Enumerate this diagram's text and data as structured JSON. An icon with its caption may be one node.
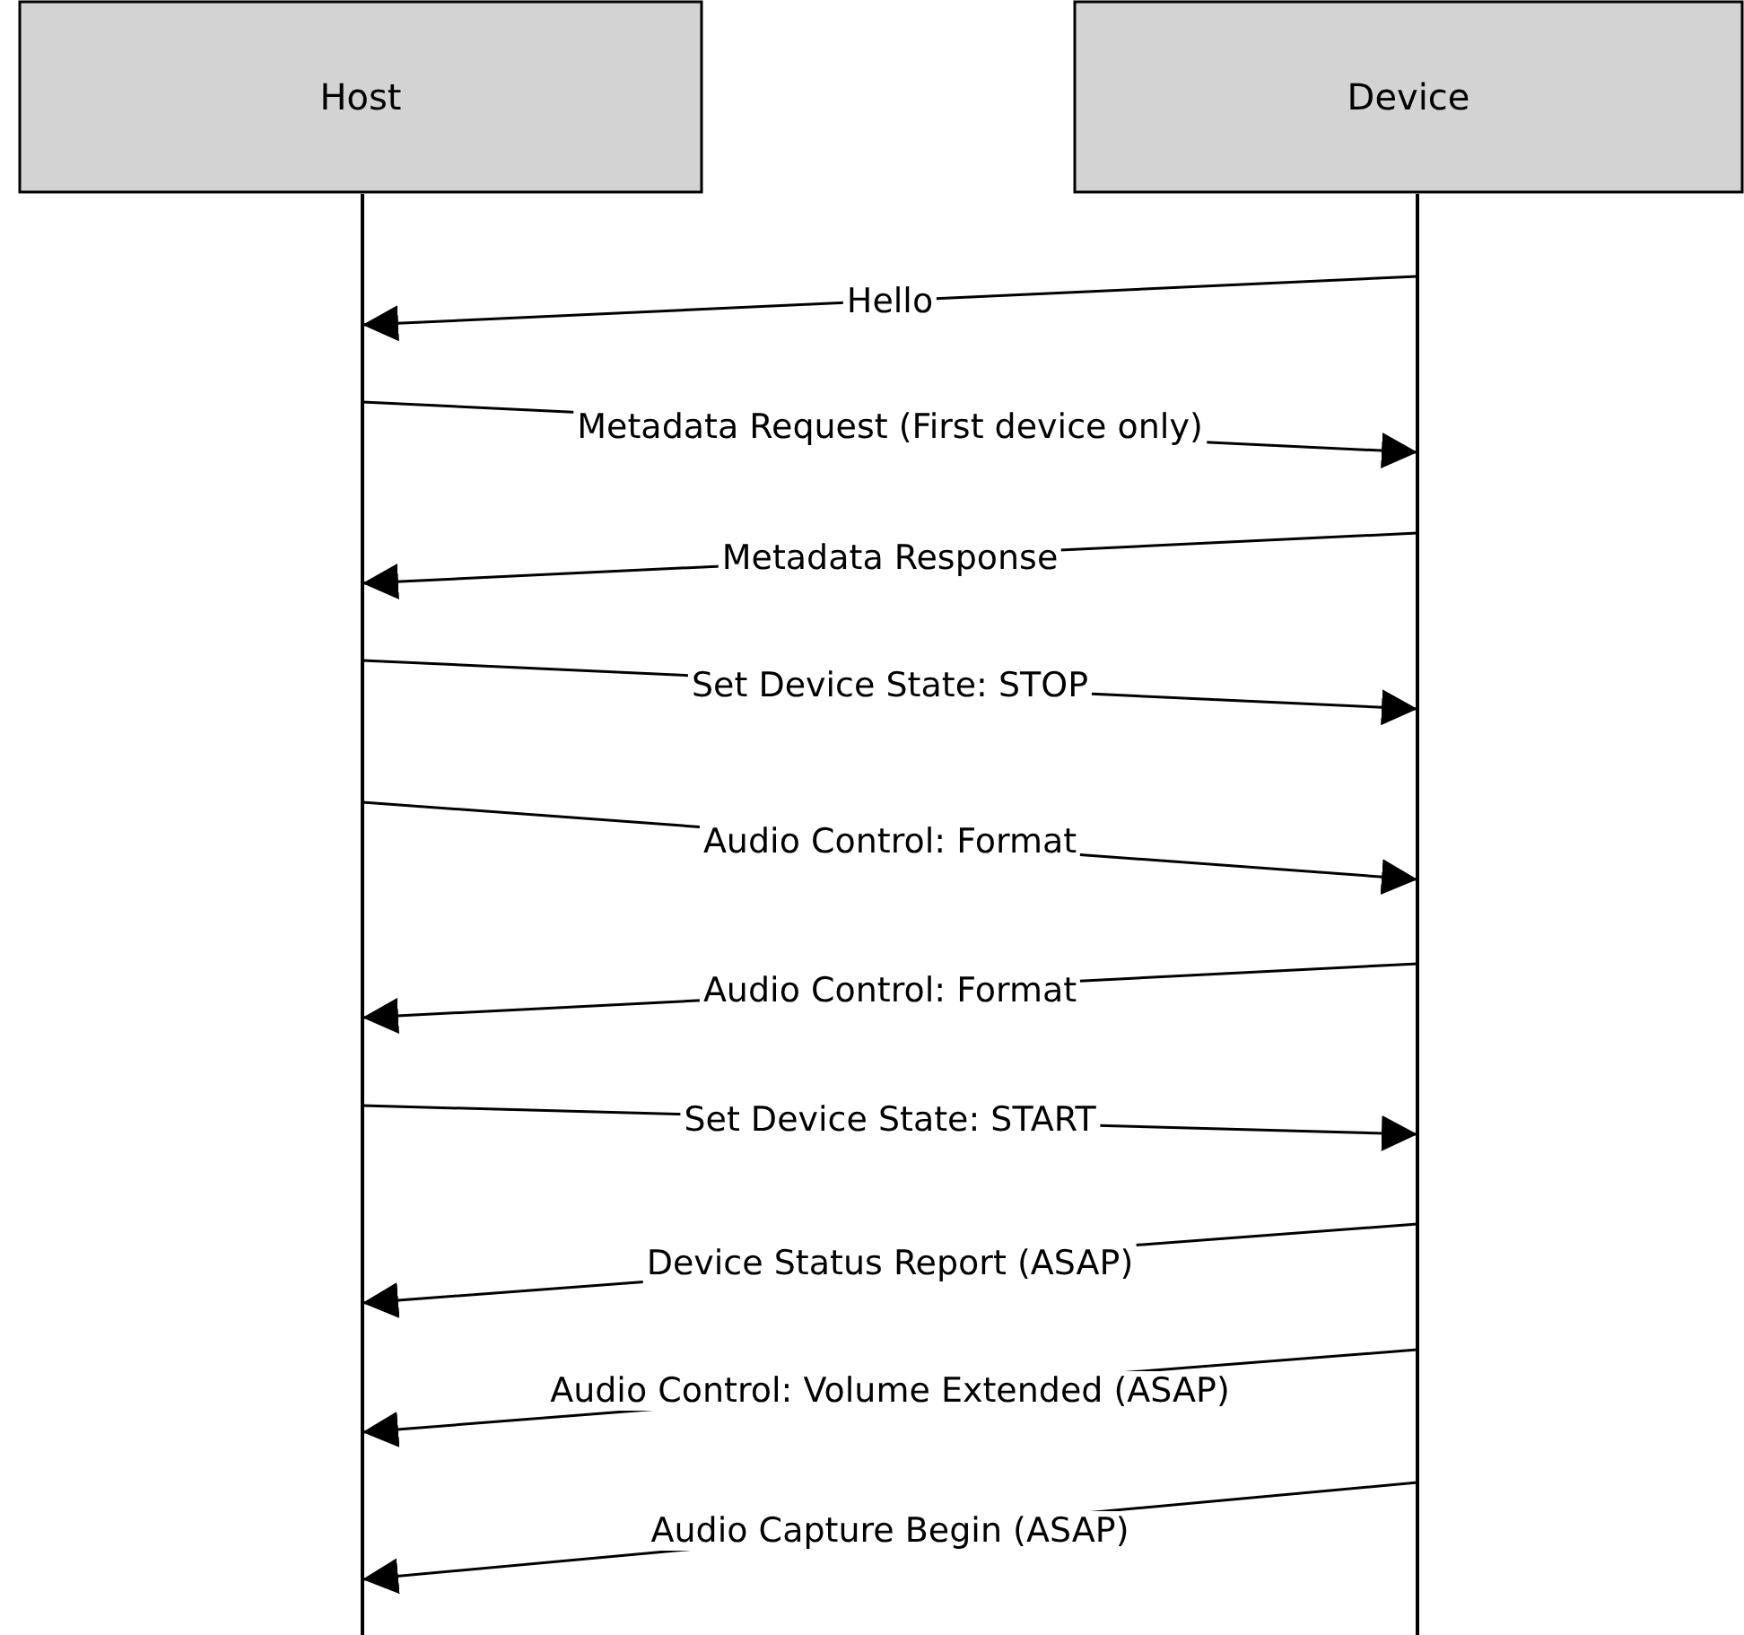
{
  "diagram": {
    "nodes": [
      {
        "text": [
          "Host"
        ]
      },
      {
        "text": [
          "Device"
        ]
      }
    ],
    "edges": [
      {
        "from": 1,
        "to": 0,
        "arrow": "to",
        "label": "Hello"
      },
      {
        "from": 0,
        "to": 1,
        "arrow": "to",
        "label": "Metadata Request (First device only)"
      },
      {
        "from": 1,
        "to": 0,
        "arrow": "to",
        "label": "Metadata Response"
      },
      {
        "from": 0,
        "to": 1,
        "arrow": "to",
        "label": "Set Device State: STOP"
      },
      {
        "from": 0,
        "to": 1,
        "arrow": "to",
        "label": "Audio Control: Format"
      },
      {
        "from": 1,
        "to": 0,
        "arrow": "to",
        "label": "Audio Control: Format"
      },
      {
        "from": 0,
        "to": 1,
        "arrow": "to",
        "label": "Set Device State: START"
      },
      {
        "from": 1,
        "to": 0,
        "arrow": "to",
        "label": "Device Status Report (ASAP)"
      },
      {
        "from": 1,
        "to": 0,
        "arrow": "to",
        "label": "Audio Control: Volume Extended (ASAP)"
      },
      {
        "from": 1,
        "to": 0,
        "arrow": "to",
        "label": "Audio Capture Begin (ASAP)"
      }
    ]
  }
}
